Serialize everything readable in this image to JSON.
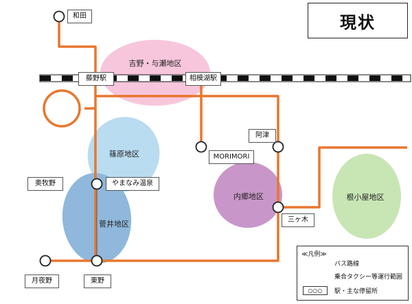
{
  "title": "現状",
  "areas": [
    {
      "id": "yoshino",
      "name": "吉野・与瀬地区",
      "color": "#f7c6dc"
    },
    {
      "id": "shinohara",
      "name": "篠原地区",
      "color": "#b9dcf0"
    },
    {
      "id": "sugai",
      "name": "菅井地区",
      "color": "#8fb8dc"
    },
    {
      "id": "uchigo",
      "name": "内郷地区",
      "color": "#c996c9"
    },
    {
      "id": "negoya",
      "name": "根小屋地区",
      "color": "#c8e6b4"
    }
  ],
  "stations": [
    {
      "id": "fujino",
      "name": "藤野駅"
    },
    {
      "id": "sagamiko",
      "name": "相模湖駅"
    }
  ],
  "stops": [
    {
      "id": "wada",
      "name": "和田"
    },
    {
      "id": "okumakino",
      "name": "奥牧野"
    },
    {
      "id": "yamanami",
      "name": "やまなみ温泉"
    },
    {
      "id": "tsukiyono",
      "name": "月夜野"
    },
    {
      "id": "higashino",
      "name": "東野"
    },
    {
      "id": "morimori",
      "name": "MORIMORI"
    },
    {
      "id": "atsu",
      "name": "阿津"
    },
    {
      "id": "sangaki",
      "name": "三ヶ木"
    }
  ],
  "legend": {
    "heading": "≪凡例≫",
    "bus_route": "バス路線",
    "shared_taxi": "乗合タクシー等運行範囲",
    "stop_symbol": "○○○",
    "stops": "駅・主な停留所"
  },
  "colors": {
    "bus_route": "#e8772e",
    "bus_route_legend": "#f2b233",
    "rail": "#111111",
    "area_legend": "#bdbdbd"
  }
}
